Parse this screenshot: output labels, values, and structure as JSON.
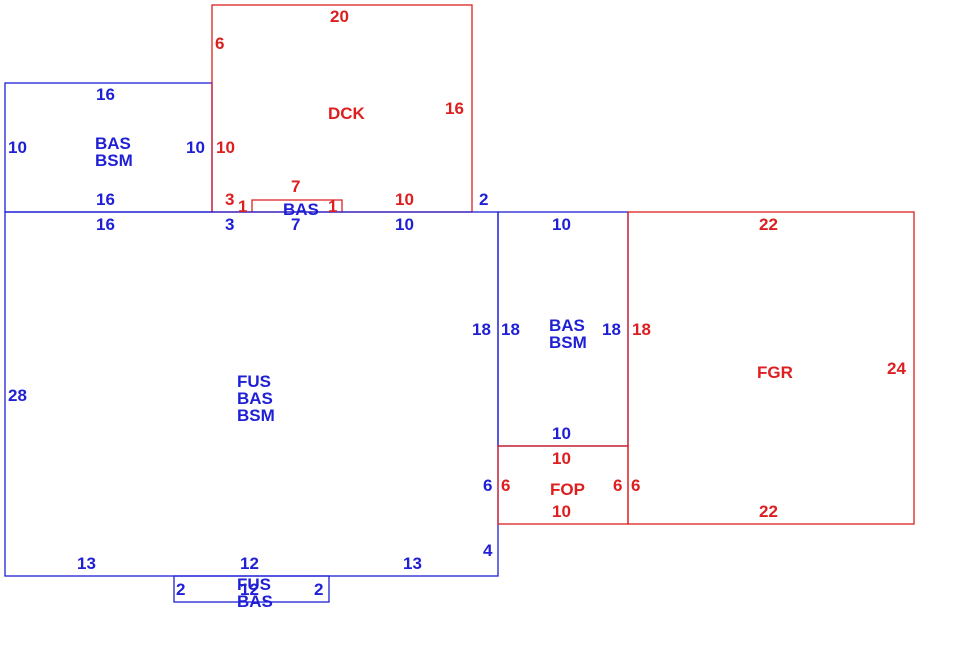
{
  "colors": {
    "blue": "#1f1fd6",
    "red": "#dd1f1f"
  },
  "areas": {
    "left_wing": {
      "line1": "BAS",
      "line2": "BSM"
    },
    "deck": {
      "name": "DCK"
    },
    "small_bump": {
      "name": "BAS"
    },
    "main": {
      "line1": "FUS",
      "line2": "BAS",
      "line3": "BSM"
    },
    "right_wing": {
      "line1": "BAS",
      "line2": "BSM"
    },
    "porch": {
      "name": "FOP"
    },
    "garage": {
      "name": "FGR"
    },
    "bottom_bump": {
      "line1": "FUS",
      "line2": "BAS"
    }
  },
  "dims": {
    "left_top": "16",
    "left_left": "10",
    "left_right": "10",
    "left_bottom": "16",
    "deck_top": "20",
    "deck_left": "6",
    "deck_right": "16",
    "deck_inner_left": "10",
    "deck_step_3": "3",
    "deck_step_7": "7",
    "deck_step_1a": "1",
    "deck_step_1b": "1",
    "deck_bottom_10": "10",
    "gap_2": "2",
    "main_top_16": "16",
    "main_top_3": "3",
    "main_top_7": "7",
    "main_top_10": "10",
    "main_left": "28",
    "main_right": "18",
    "main_right_6": "6",
    "main_right_4": "4",
    "main_bottom_13a": "13",
    "main_bottom_12": "12",
    "main_bottom_13b": "13",
    "rw_top": "10",
    "rw_left": "18",
    "rw_right": "18",
    "rw_bottom": "10",
    "fop_top": "10",
    "fop_left": "6",
    "fop_right": "6",
    "fop_bottom": "10",
    "fgr_top": "22",
    "fgr_left_18": "18",
    "fgr_left_6": "6",
    "fgr_right": "24",
    "fgr_bottom": "22",
    "bump_left": "2",
    "bump_mid": "12",
    "bump_right": "2"
  }
}
